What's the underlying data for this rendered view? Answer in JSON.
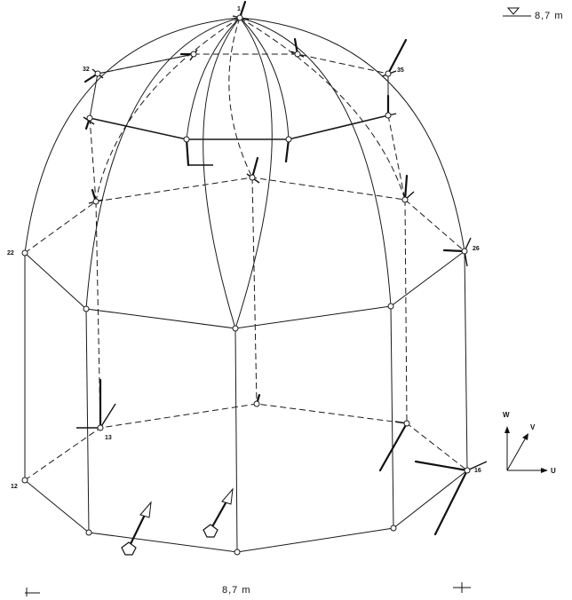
{
  "labels": {
    "top_dim": "8,7 m",
    "bottom_dim": "8,7 m",
    "node_1": "1",
    "node_32": "32",
    "node_35": "35",
    "node_22": "22",
    "node_26": "26",
    "node_12": "12",
    "node_13": "13",
    "node_16": "16"
  },
  "axes": {
    "w": "W",
    "v": "V",
    "u": "U"
  },
  "colors": {
    "ink": "#1a1a1a",
    "paper": "#ffffff"
  }
}
